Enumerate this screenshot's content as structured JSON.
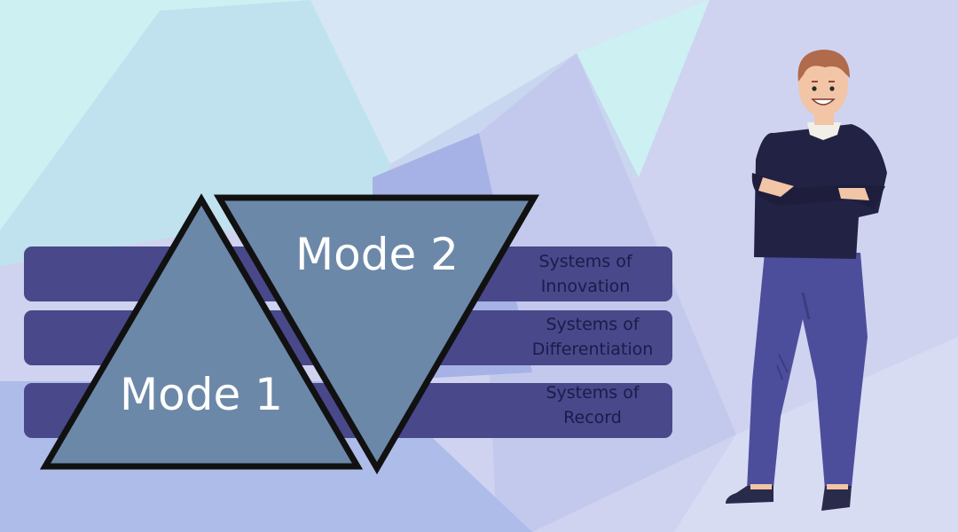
{
  "diagram": {
    "modes": [
      {
        "label": "Mode 1"
      },
      {
        "label": "Mode 2"
      }
    ],
    "layers": [
      {
        "line1": "Systems of",
        "line2": "Innovation"
      },
      {
        "line1": "Systems of",
        "line2": "Differentiation"
      },
      {
        "line1": "Systems of",
        "line2": "Record"
      }
    ]
  },
  "colors": {
    "band": "#48488a",
    "triangle_fill": "#6b88a8",
    "triangle_stroke": "#111111",
    "label_text": "#1c1b4a",
    "mode_text": "#ffffff"
  }
}
